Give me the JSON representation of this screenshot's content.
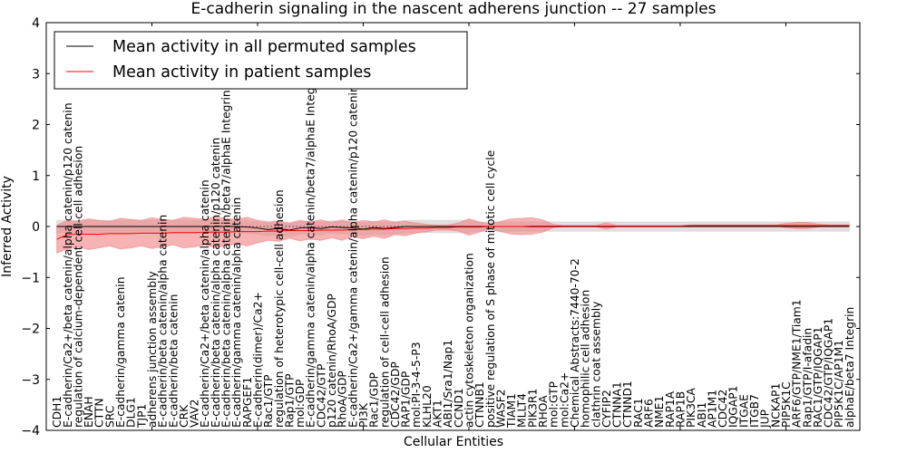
{
  "chart_data": {
    "type": "line",
    "title": "E-cadherin signaling in the nascent adherens junction -- 27 samples",
    "xlabel": "Cellular Entities",
    "ylabel": "Inferred Activity",
    "ylim": [
      -4,
      4
    ],
    "xlim": [
      0,
      77
    ],
    "yticks": [
      "4",
      "3",
      "2",
      "1",
      "0",
      "−1",
      "−2",
      "−3",
      "−4"
    ],
    "ytick_values": [
      4,
      3,
      2,
      1,
      0,
      -1,
      -2,
      -3,
      -4
    ],
    "grid": false,
    "legend_position": "top-left",
    "colors": {
      "permuted": "#000000",
      "patient": "#ff0000",
      "patient_band": "#f08080",
      "permuted_band": "#c8c8c8"
    },
    "categories": [
      "CDH1",
      "E-cadherin/Ca2+/beta catenin/alpha catenin/p120 catenin",
      "regulation of calcium-dependent cell-cell adhesion",
      "ENAH",
      "CTTN",
      "SRC",
      "E-cadherin/gamma catenin",
      "DLG1",
      "TJP1",
      "adherens junction assembly",
      "E-cadherin/beta catenin/alpha catenin",
      "E-cadherin/beta catenin",
      "CRK",
      "VAV2",
      "E-cadherin/Ca2+/beta catenin/alpha catenin",
      "E-cadherin/beta catenin/alpha catenin/p120 catenin",
      "E-cadherin/beta catenin/alpha catenin/beta7/alphaE Integrin",
      "E-cadherin/gamma catenin/alpha catenin",
      "RAPGEF1",
      "E-cadherin(dimer)/Ca2+",
      "Rac1/GTP",
      "regulation of heterotypic cell-cell adhesion",
      "Rap1/GTP",
      "mol:GDP",
      "E-cadherin/gamma catenin/alpha catenin/beta7/alphaE Integrin",
      "CDC42/GTP",
      "p120 catenin/RhoA/GDP",
      "RhoA/GDP",
      "E-cadherin/Ca2+/gamma catenin/alpha catenin/p120 catenin",
      "PI3K",
      "Rac1/GDP",
      "regulation of cell-cell adhesion",
      "CDC42/GDP",
      "RAP1/GDP",
      "mol:PI-3-4-5-P3",
      "KLHL20",
      "AKT1",
      "ABI1/Sra1/Nap1",
      "CCND1",
      "actin cytoskeleton organization",
      "CTNNB1",
      "positive regulation of S phase of mitotic cell cycle",
      "WASF2",
      "TIAM1",
      "MLLT4",
      "PIK3R1",
      "RHOA",
      "mol:GTP",
      "mol:Ca2+",
      "Chemical Abstracts:7440-70-2",
      "homophilic cell adhesion",
      "clathrin coat assembly",
      "CYFIP2",
      "CTNNA1",
      "CTNND1",
      "RAC1",
      "ARF6",
      "NME1",
      "RAP1A",
      "RAP1B",
      "PIK3CA",
      "ABI1",
      "AP1M1",
      "CDC42",
      "IQGAP1",
      "ITGAE",
      "ITGB7",
      "JUP",
      "NCKAP1",
      "PIP5K1C",
      "ARF6/GTP/NME1/Tiam1",
      "Rap1/GTP/I-afadin",
      "RAC1/GTP/IQGAP1",
      "CDC42/GTP/IQGAP1",
      "PIP5K1C/AP1M1",
      "alphaE/beta7 Integrin"
    ],
    "series": [
      {
        "name": "Mean activity in all permuted samples",
        "values": [
          0,
          0,
          0,
          0,
          0,
          0,
          0,
          0,
          0,
          0,
          0,
          0,
          0,
          0,
          0,
          0,
          0,
          0,
          -0.01,
          -0.03,
          -0.06,
          -0.04,
          -0.07,
          -0.03,
          -0.02,
          -0.04,
          -0.01,
          -0.02,
          -0.03,
          -0.05,
          -0.02,
          -0.04,
          -0.02,
          0,
          0,
          0,
          0,
          0,
          0,
          0,
          0,
          0,
          0,
          0,
          0,
          0,
          0,
          0,
          0,
          0,
          0,
          0,
          0,
          0,
          0,
          0,
          0,
          0,
          0,
          0,
          0,
          0,
          0,
          0,
          0,
          0,
          0,
          0,
          0,
          0,
          0,
          0,
          0,
          0,
          0,
          0
        ],
        "spread": [
          0.12,
          0.12,
          0.12,
          0.12,
          0.12,
          0.12,
          0.12,
          0.12,
          0.12,
          0.12,
          0.12,
          0.12,
          0.12,
          0.12,
          0.12,
          0.12,
          0.12,
          0.12,
          0.12,
          0.12,
          0.12,
          0.12,
          0.12,
          0.12,
          0.12,
          0.12,
          0.12,
          0.12,
          0.12,
          0.12,
          0.12,
          0.12,
          0.12,
          0.12,
          0.12,
          0.12,
          0.12,
          0.12,
          0.12,
          0.12,
          0.09,
          0.09,
          0.09,
          0.09,
          0.09,
          0.09,
          0.09,
          0.09,
          0.09,
          0.09,
          0.09,
          0.09,
          0.09,
          0.09,
          0.09,
          0.09,
          0.09,
          0.09,
          0.09,
          0.09,
          0.09,
          0.09,
          0.09,
          0.09,
          0.09,
          0.09,
          0.09,
          0.09,
          0.09,
          0.09,
          0.09,
          0.09,
          0.09,
          0.09,
          0.09,
          0.09
        ]
      },
      {
        "name": "Mean activity in patient samples",
        "values": [
          -0.25,
          -0.16,
          -0.15,
          -0.15,
          -0.15,
          -0.14,
          -0.14,
          -0.14,
          -0.13,
          -0.13,
          -0.13,
          -0.12,
          -0.12,
          -0.12,
          -0.11,
          -0.11,
          -0.11,
          -0.1,
          -0.1,
          -0.1,
          -0.09,
          -0.09,
          -0.08,
          -0.08,
          -0.08,
          -0.07,
          -0.07,
          -0.07,
          -0.06,
          -0.06,
          -0.05,
          -0.05,
          -0.04,
          -0.04,
          -0.03,
          -0.03,
          -0.02,
          -0.02,
          -0.01,
          -0.01,
          -0.01,
          0,
          0,
          0,
          0,
          0.01,
          0.01,
          0.01,
          0.01,
          0.01,
          0.01,
          0.01,
          0.01,
          0.01,
          0.01,
          0.01,
          0.01,
          0.01,
          0.01,
          0.01,
          0.02,
          0.02,
          0.02,
          0.02,
          0.02,
          0.02,
          0.02,
          0.02,
          0.02,
          0.02,
          0.02,
          0.02,
          0.02,
          0.02,
          0.02,
          0.02
        ],
        "spread": [
          0.27,
          0.28,
          0.25,
          0.3,
          0.27,
          0.24,
          0.3,
          0.28,
          0.25,
          0.3,
          0.27,
          0.24,
          0.3,
          0.28,
          0.25,
          0.3,
          0.27,
          0.24,
          0.28,
          0.22,
          0.18,
          0.2,
          0.15,
          0.2,
          0.17,
          0.2,
          0.15,
          0.2,
          0.14,
          0.18,
          0.14,
          0.18,
          0.12,
          0.14,
          0.1,
          0.07,
          0.05,
          0.05,
          0.08,
          0.16,
          0.1,
          0.05,
          0.1,
          0.15,
          0.16,
          0.16,
          0.12,
          0.03,
          0.01,
          0.01,
          0.01,
          0.01,
          0.06,
          0.01,
          0.01,
          0.01,
          0.01,
          0.01,
          0.01,
          0.01,
          0.01,
          0.01,
          0.01,
          0.01,
          0.01,
          0.01,
          0.01,
          0.01,
          0.01,
          0.04,
          0.06,
          0.06,
          0.03,
          0.01,
          0.01,
          0.01
        ]
      }
    ]
  }
}
